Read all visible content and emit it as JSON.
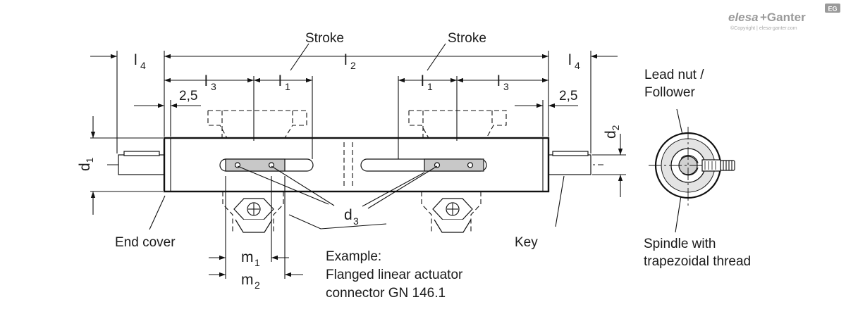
{
  "brand": {
    "name_part1": "elesa",
    "name_part2": "+Ganter",
    "badge": "EG",
    "copyright": "©Copyright | elesa-ganter.com"
  },
  "dimensions": {
    "l4_left": "l",
    "l4_left_sub": "4",
    "l2": "l",
    "l2_sub": "2",
    "l4_right": "l",
    "l4_right_sub": "4",
    "l3_left": "l",
    "l3_left_sub": "3",
    "l1_left": "l",
    "l1_left_sub": "1",
    "l1_right": "l",
    "l1_right_sub": "1",
    "l3_right": "l",
    "l3_right_sub": "3",
    "offset_left": "2,5",
    "offset_right": "2,5",
    "d1": "d",
    "d1_sub": "1",
    "d2": "d",
    "d2_sub": "2",
    "d3": "d",
    "d3_sub": "3",
    "m1": "m",
    "m1_sub": "1",
    "m2": "m",
    "m2_sub": "2"
  },
  "labels": {
    "stroke_left": "Stroke",
    "stroke_right": "Stroke",
    "end_cover": "End cover",
    "key": "Key",
    "example_line1": "Example:",
    "example_line2": "Flanged linear actuator",
    "example_line3": "connector GN 146.1",
    "lead_nut_line1": "Lead nut /",
    "lead_nut_line2": "Follower",
    "spindle_line1": "Spindle with",
    "spindle_line2": "trapezoidal thread"
  }
}
